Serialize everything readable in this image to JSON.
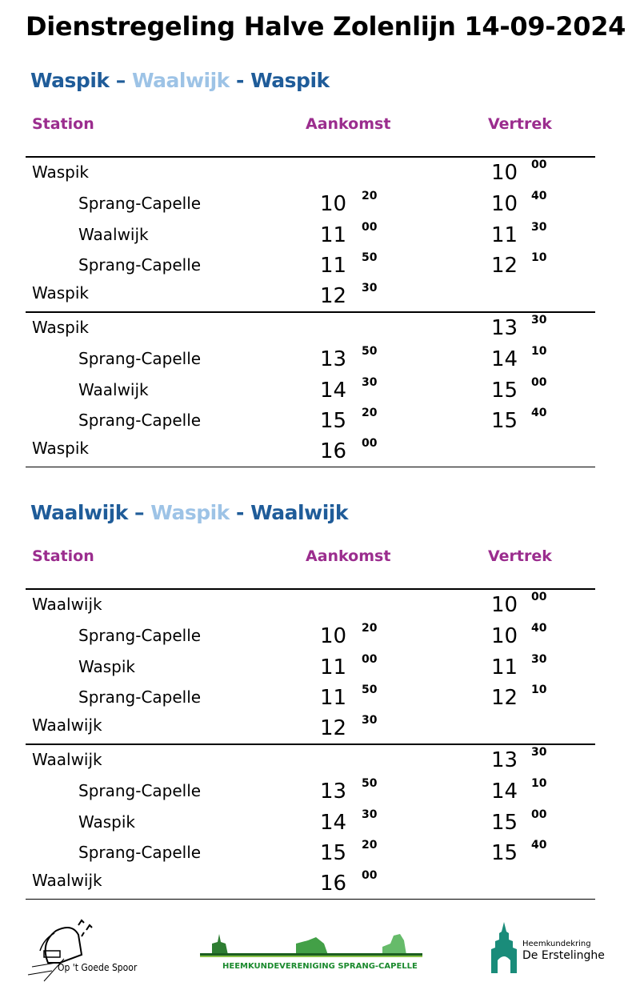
{
  "title": "Dienstregeling Halve Zolenlijn 14-09-2024",
  "colors": {
    "dark_blue": "#1f5c99",
    "light_blue": "#9dc3e6",
    "header_purple": "#9b2d8e"
  },
  "headers": {
    "station": "Station",
    "arrival": "Aankomst",
    "departure": "Vertrek"
  },
  "sections": [
    {
      "title": {
        "part1": "Waspik –",
        "part2": "Waalwijk",
        "part3": "- Waspik"
      },
      "groups": [
        [
          {
            "station": "Waspik",
            "indent": false,
            "arr_h": "",
            "arr_m": "",
            "dep_h": "10",
            "dep_m": "00"
          },
          {
            "station": "Sprang-Capelle",
            "indent": true,
            "arr_h": "10",
            "arr_m": "20",
            "dep_h": "10",
            "dep_m": "40"
          },
          {
            "station": "Waalwijk",
            "indent": true,
            "arr_h": "11",
            "arr_m": "00",
            "dep_h": "11",
            "dep_m": "30"
          },
          {
            "station": "Sprang-Capelle",
            "indent": true,
            "arr_h": "11",
            "arr_m": "50",
            "dep_h": "12",
            "dep_m": "10"
          },
          {
            "station": "Waspik",
            "indent": false,
            "arr_h": "12",
            "arr_m": "30",
            "dep_h": "",
            "dep_m": ""
          }
        ],
        [
          {
            "station": "Waspik",
            "indent": false,
            "arr_h": "",
            "arr_m": "",
            "dep_h": "13",
            "dep_m": "30"
          },
          {
            "station": "Sprang-Capelle",
            "indent": true,
            "arr_h": "13",
            "arr_m": "50",
            "dep_h": "14",
            "dep_m": "10"
          },
          {
            "station": "Waalwijk",
            "indent": true,
            "arr_h": "14",
            "arr_m": "30",
            "dep_h": "15",
            "dep_m": "00"
          },
          {
            "station": "Sprang-Capelle",
            "indent": true,
            "arr_h": "15",
            "arr_m": "20",
            "dep_h": "15",
            "dep_m": "40"
          },
          {
            "station": "Waspik",
            "indent": false,
            "arr_h": "16",
            "arr_m": "00",
            "dep_h": "",
            "dep_m": ""
          }
        ]
      ]
    },
    {
      "title": {
        "part1": "Waalwijk –",
        "part2": "Waspik",
        "part3": "- Waalwijk"
      },
      "groups": [
        [
          {
            "station": "Waalwijk",
            "indent": false,
            "arr_h": "",
            "arr_m": "",
            "dep_h": "10",
            "dep_m": "00"
          },
          {
            "station": "Sprang-Capelle",
            "indent": true,
            "arr_h": "10",
            "arr_m": "20",
            "dep_h": "10",
            "dep_m": "40"
          },
          {
            "station": "Waspik",
            "indent": true,
            "arr_h": "11",
            "arr_m": "00",
            "dep_h": "11",
            "dep_m": "30"
          },
          {
            "station": "Sprang-Capelle",
            "indent": true,
            "arr_h": "11",
            "arr_m": "50",
            "dep_h": "12",
            "dep_m": "10"
          },
          {
            "station": "Waalwijk",
            "indent": false,
            "arr_h": "12",
            "arr_m": "30",
            "dep_h": "",
            "dep_m": ""
          }
        ],
        [
          {
            "station": "Waalwijk",
            "indent": false,
            "arr_h": "",
            "arr_m": "",
            "dep_h": "13",
            "dep_m": "30"
          },
          {
            "station": "Sprang-Capelle",
            "indent": true,
            "arr_h": "13",
            "arr_m": "50",
            "dep_h": "14",
            "dep_m": "10"
          },
          {
            "station": "Waspik",
            "indent": true,
            "arr_h": "14",
            "arr_m": "30",
            "dep_h": "15",
            "dep_m": "00"
          },
          {
            "station": "Sprang-Capelle",
            "indent": true,
            "arr_h": "15",
            "arr_m": "20",
            "dep_h": "15",
            "dep_m": "40"
          },
          {
            "station": "Waalwijk",
            "indent": false,
            "arr_h": "16",
            "arr_m": "00",
            "dep_h": "",
            "dep_m": ""
          }
        ]
      ]
    }
  ],
  "logos": {
    "spoor": "Op 't Goede Spoor",
    "sprang": "HEEMKUNDEVERENIGING SPRANG-CAPELLE",
    "erstelinghe_line1": "Heemkundekring",
    "erstelinghe_line2": "De Erstelinghe"
  }
}
